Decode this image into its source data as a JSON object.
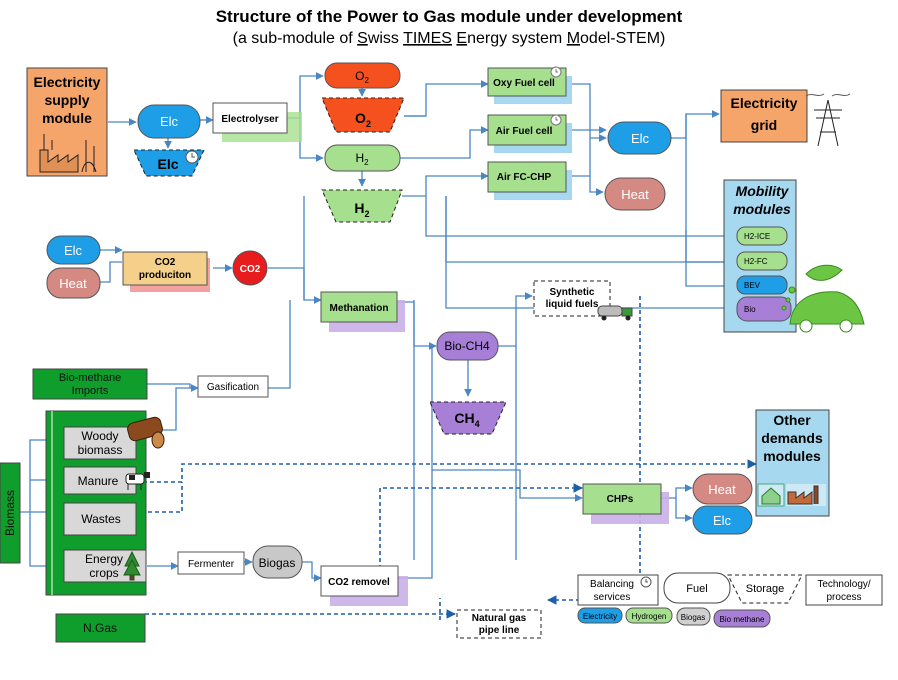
{
  "title": {
    "line1": "Structure of the Power to Gas module under development",
    "line2_parts": [
      {
        "t": "(a sub-module of ",
        "u": false
      },
      {
        "t": "S",
        "u": true
      },
      {
        "t": "wiss ",
        "u": false
      },
      {
        "t": "TIMES",
        "u": true
      },
      {
        "t": " ",
        "u": false
      },
      {
        "t": "E",
        "u": true
      },
      {
        "t": "nergy system ",
        "u": false
      },
      {
        "t": "M",
        "u": true
      },
      {
        "t": "odel-STEM)",
        "u": false
      }
    ]
  },
  "nodes": {
    "electricity_supply": [
      "Electricity",
      "supply",
      "module"
    ],
    "elc_top": "Elc",
    "elc_storage": "Elc",
    "electrolyser": "Electrolyser",
    "o2_fuel": "O",
    "o2_storage": "O",
    "h2_fuel": "H",
    "h2_storage": "H",
    "oxy_fuel_cell": "Oxy Fuel cell",
    "air_fuel_cell": "Air Fuel cell",
    "air_fc_chp": "Air FC-CHP",
    "elc_mid": "Elc",
    "heat_mid": "Heat",
    "electricity_grid": [
      "Electricity",
      "grid"
    ],
    "mobility_modules": [
      "Mobility",
      "modules"
    ],
    "mobility_items": [
      "H2-ICE",
      "H2-FC",
      "BEV",
      "Bio"
    ],
    "elc_left": "Elc",
    "heat_left": "Heat",
    "co2_production": [
      "CO2",
      "produciton"
    ],
    "co2": "CO2",
    "methanation": "Methanation",
    "synthetic_fuels": [
      "Synthetic",
      "liquid fuels"
    ],
    "bio_ch4": "Bio-CH4",
    "ch4_storage": "CH",
    "bio_methane_imports": [
      "Bio-methane",
      "Imports"
    ],
    "gasification": "Gasification",
    "biomass": "Biomass",
    "woody_biomass": [
      "Woody",
      "biomass"
    ],
    "manure": "Manure",
    "wastes": "Wastes",
    "energy_crops": [
      "Energy",
      "crops"
    ],
    "fermenter": "Fermenter",
    "biogas": "Biogas",
    "co2_removal": "CO2 removel",
    "other_demands": [
      "Other",
      "demands",
      "modules"
    ],
    "chps": "CHPs",
    "heat_right": "Heat",
    "elc_right": "Elc",
    "natural_gas_pipeline": [
      "Natural gas",
      "pipe line"
    ],
    "n_gas": "N.Gas"
  },
  "subscripts": {
    "two": "2",
    "four": "4"
  },
  "legend": {
    "balancing": [
      "Balancing",
      "services"
    ],
    "fuel": "Fuel",
    "storage": "Storage",
    "technology": [
      "Technology/",
      "process"
    ],
    "electricity": "Electricity",
    "hydrogen": "Hydrogen",
    "biogas": "Biogas",
    "bio_methane": "Bio methane"
  },
  "colors": {
    "elc_blue": "#1f9ee8",
    "heat_red": "#d48a82",
    "h2_green": "#a6e08e",
    "bio_purple": "#a87fd6",
    "o2_orange": "#f4511e",
    "supply_orange": "#f5a46a",
    "dark_green": "#0f9d2c",
    "line_blue": "#4a86c5"
  }
}
